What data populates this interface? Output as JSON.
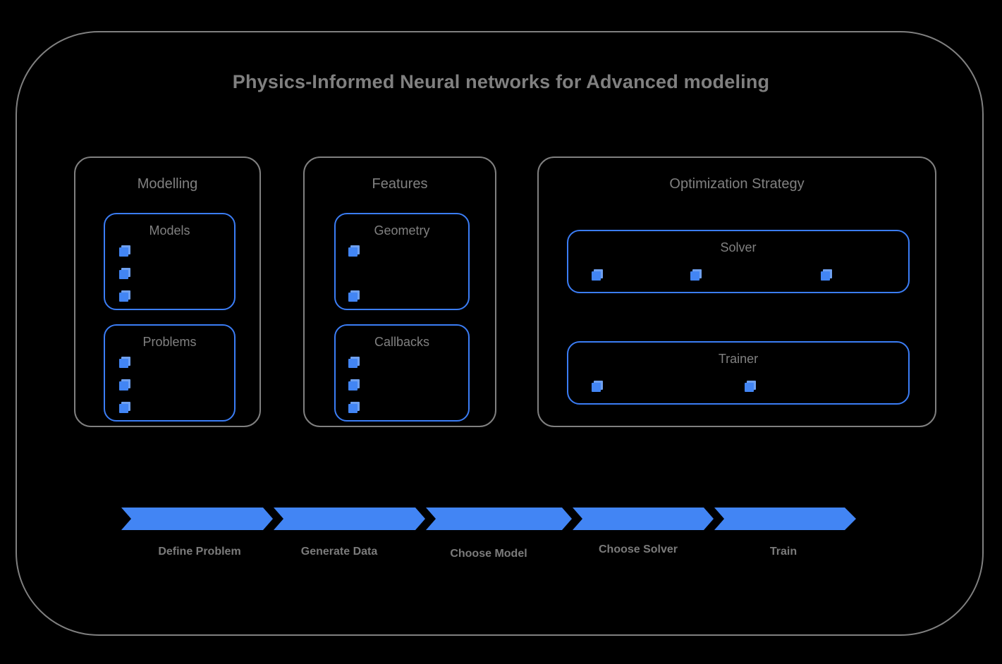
{
  "diagram": {
    "title": "Physics-Informed Neural networks for Advanced modeling",
    "background_color": "#000000",
    "frame_border_color": "#808080",
    "accent_color": "#4285f4",
    "text_color": "#808080"
  },
  "groups": [
    {
      "label": "Modelling",
      "boxes": [
        {
          "label": "Models",
          "item_count": 3
        },
        {
          "label": "Problems",
          "item_count": 3
        }
      ]
    },
    {
      "label": "Features",
      "boxes": [
        {
          "label": "Geometry",
          "item_count": 2
        },
        {
          "label": "Callbacks",
          "item_count": 3
        }
      ]
    },
    {
      "label": "Optimization Strategy",
      "boxes": [
        {
          "label": "Solver",
          "item_count": 3
        },
        {
          "label": "Trainer",
          "item_count": 2
        }
      ]
    }
  ],
  "pipeline": {
    "steps": [
      {
        "label": "Define Problem"
      },
      {
        "label": "Generate Data"
      },
      {
        "label": "Choose Model"
      },
      {
        "label": "Choose Solver"
      },
      {
        "label": "Train"
      }
    ]
  },
  "icons": {
    "item_marker": "stacked-squares-icon"
  }
}
